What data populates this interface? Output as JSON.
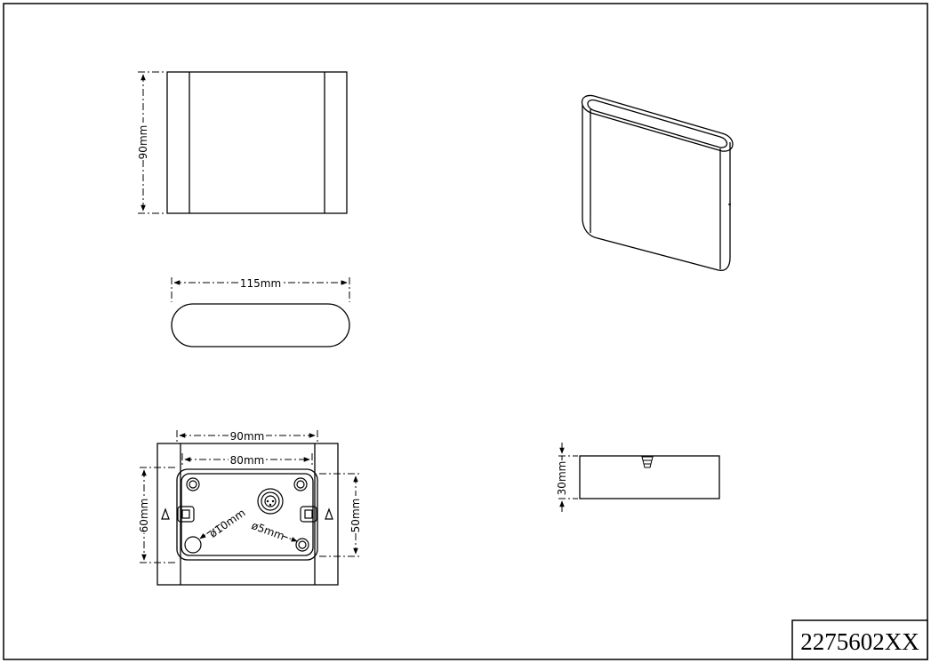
{
  "drawing": {
    "product_code": "2275602XX",
    "dimensions": {
      "front_height": "90mm",
      "top_width": "115mm",
      "back_outer_width": "90mm",
      "back_inner_width": "80mm",
      "back_outer_height": "60mm",
      "back_inner_height": "50mm",
      "hole_large": "ø10mm",
      "hole_small": "ø5mm",
      "side_depth": "30mm"
    },
    "line_color": "#000000",
    "background_color": "#ffffff"
  }
}
